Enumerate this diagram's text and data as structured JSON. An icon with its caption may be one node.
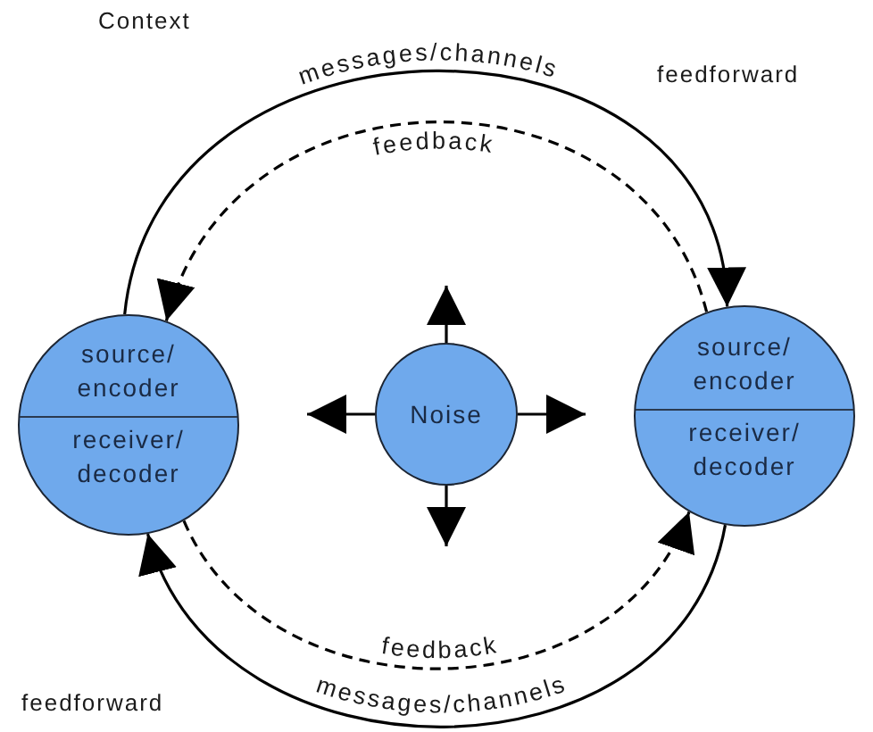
{
  "diagram": {
    "nodes": [
      {
        "text": [
          "source/ encoder",
          "receiver/ decoder"
        ]
      },
      {
        "text": [
          "Noise"
        ]
      },
      {
        "text": [
          "source/ encoder",
          "receiver/ decoder"
        ]
      }
    ],
    "edges": [
      {
        "from": 0,
        "to": 2,
        "arrow": "to",
        "label": "messages/channels"
      },
      {
        "from": 2,
        "to": 0,
        "arrow": "to",
        "label": "feedback",
        "style": "dashed"
      },
      {
        "from": 0,
        "to": 2,
        "arrow": "to",
        "label": "feedback",
        "style": "dashed"
      },
      {
        "from": 2,
        "to": 0,
        "arrow": "to",
        "label": "messages/channels"
      },
      {
        "from": 1,
        "to": null,
        "arrow": "to"
      },
      {
        "from": 1,
        "to": null,
        "arrow": "to"
      },
      {
        "from": 1,
        "to": null,
        "arrow": "to"
      },
      {
        "from": 1,
        "to": null,
        "arrow": "to"
      }
    ],
    "labels": [
      "Context",
      "feedforward",
      "feedforward"
    ]
  }
}
